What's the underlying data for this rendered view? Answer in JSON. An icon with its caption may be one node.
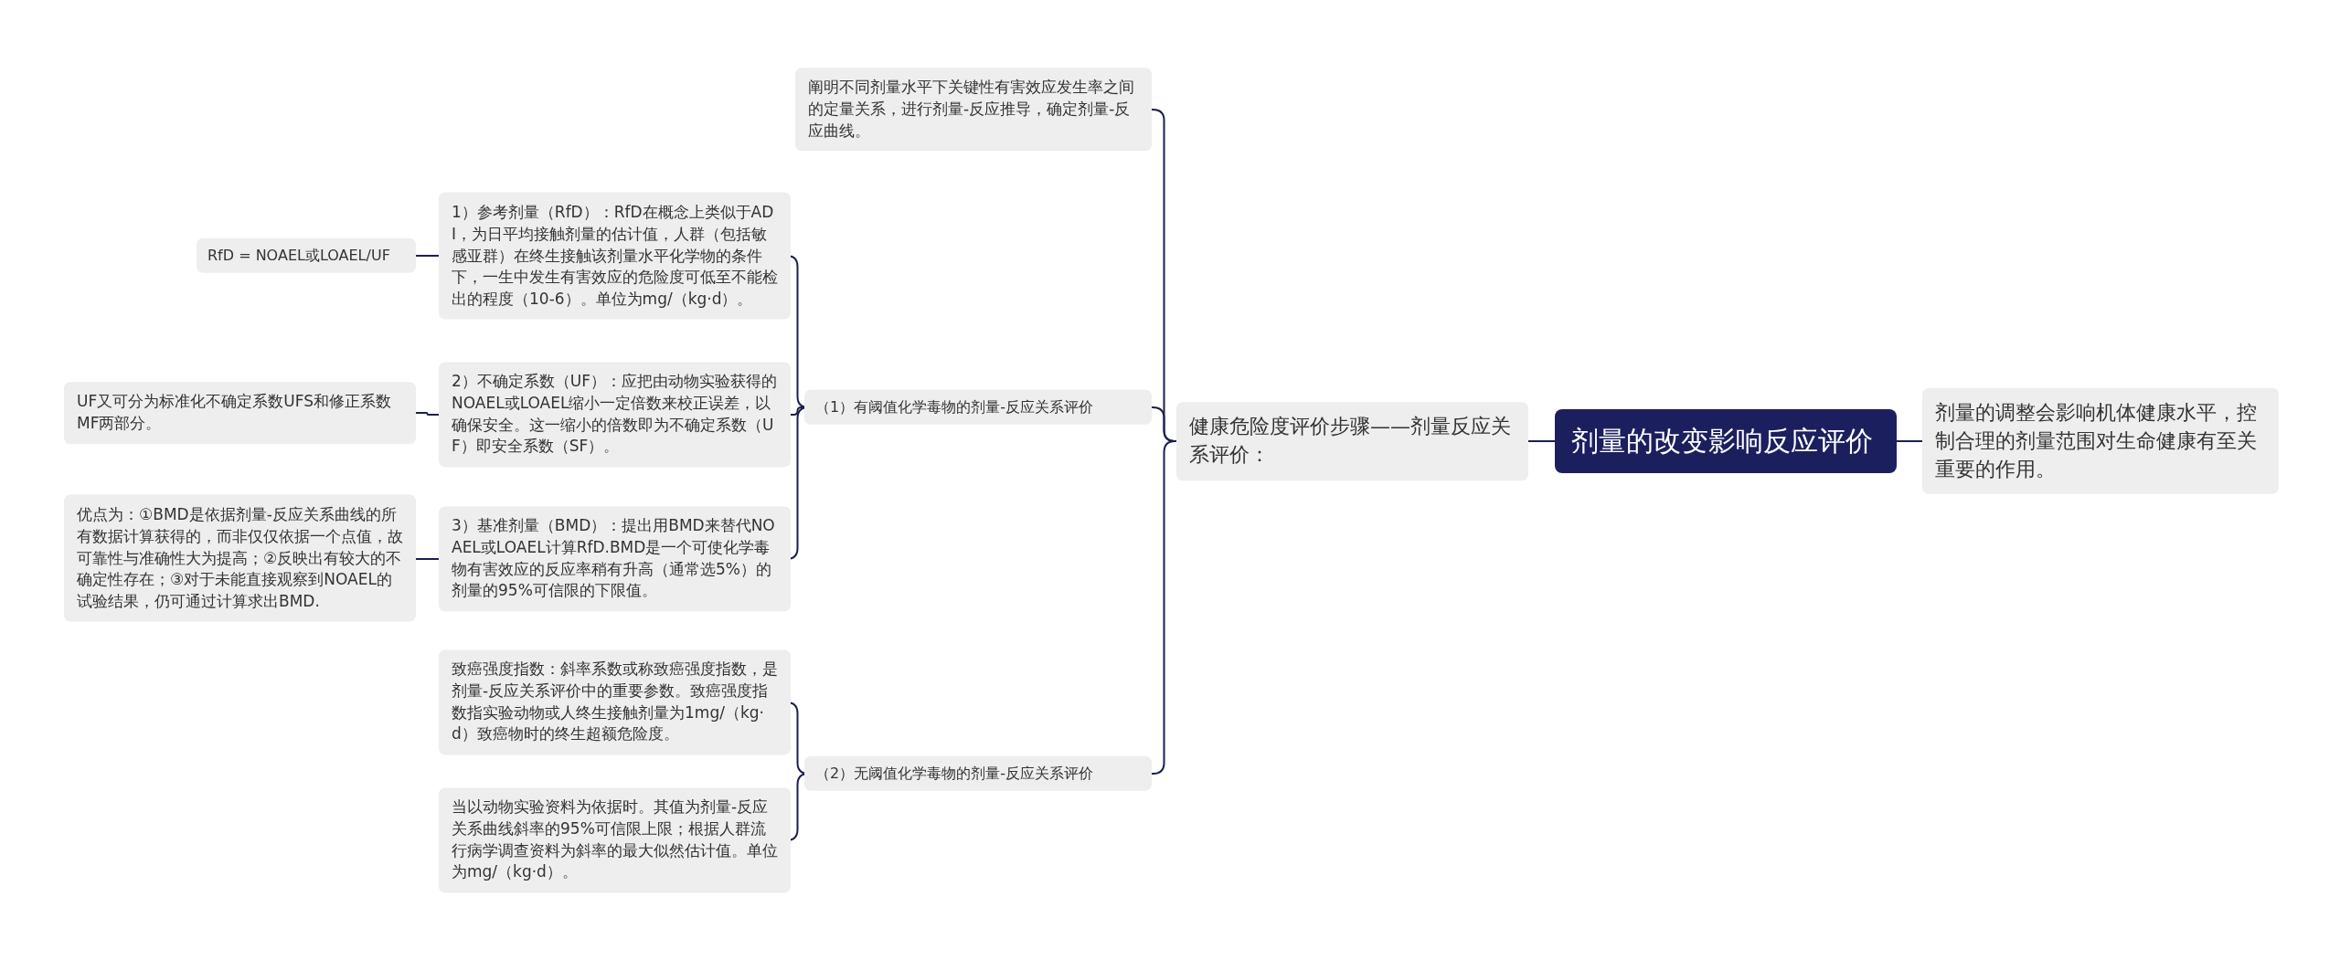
{
  "diagram": {
    "nodes": [
      {
        "text": [
          "剂量的改变影响反应评价"
        ]
      },
      {
        "text": [
          "剂量的调整会影响机体健康水平，控制合理的剂量范围对生命健康有至关重要的作用。"
        ]
      },
      {
        "text": [
          "健康危险度评价步骤——剂量反应关系评价："
        ]
      },
      {
        "text": [
          "阐明不同剂量水平下关键性有害效应发生率之间的定量关系，进行剂量-反应推导，确定剂量-反应曲线。"
        ]
      },
      {
        "text": [
          "（1）有阈值化学毒物的剂量-反应关系评价"
        ]
      },
      {
        "text": [
          "（2）无阈值化学毒物的剂量-反应关系评价"
        ]
      },
      {
        "text": [
          "1）参考剂量（RfD）：RfD在概念上类似于ADI，为日平均接触剂量的估计值，人群（包括敏感亚群）在终生接触该剂量水平化学物的条件下，一生中发生有害效应的危险度可低至不能检出的程度（10-6）。单位为mg/（kg·d）。"
        ]
      },
      {
        "text": [
          "2）不确定系数（UF）：应把由动物实验获得的NOAEL或LOAEL缩小一定倍数来校正误差，以确保安全。这一缩小的倍数即为不确定系数（UF）即安全系数（SF）。"
        ]
      },
      {
        "text": [
          "3）基准剂量（BMD）：提出用BMD来替代NOAEL或LOAEL计算RfD.BMD是一个可使化学毒物有害效应的反应率稍有升高（通常选5%）的剂量的95%可信限的下限值。"
        ]
      },
      {
        "text": [
          "RfD = NOAEL或LOAEL/UF"
        ]
      },
      {
        "text": [
          "UF又可分为标准化不确定系数UFS和修正系数MF两部分。"
        ]
      },
      {
        "text": [
          "优点为：①BMD是依据剂量-反应关系曲线的所有数据计算获得的，而非仅仅依据一个点值，故可靠性与准确性大为提高；②反映出有较大的不确定性存在；③对于未能直接观察到NOAEL的试验结果，仍可通过计算求出BMD."
        ]
      },
      {
        "text": [
          "致癌强度指数：斜率系数或称致癌强度指数，是剂量-反应关系评价中的重要参数。致癌强度指数指实验动物或人终生接触剂量为1mg/（kg·d）致癌物时的终生超额危险度。"
        ]
      },
      {
        "text": [
          "当以动物实验资料为依据时。其值为剂量-反应关系曲线斜率的95%可信限上限；根据人群流行病学调查资料为斜率的最大似然估计值。单位为mg/（kg·d）。"
        ]
      }
    ],
    "edges": [
      {
        "from": 0,
        "to": 1,
        "arrow": "none"
      },
      {
        "from": 0,
        "to": 2,
        "arrow": "none"
      },
      {
        "from": 2,
        "to": 3,
        "arrow": "none"
      },
      {
        "from": 2,
        "to": 4,
        "arrow": "none"
      },
      {
        "from": 2,
        "to": 5,
        "arrow": "none"
      },
      {
        "from": 4,
        "to": 6,
        "arrow": "none"
      },
      {
        "from": 4,
        "to": 7,
        "arrow": "none"
      },
      {
        "from": 4,
        "to": 8,
        "arrow": "none"
      },
      {
        "from": 6,
        "to": 9,
        "arrow": "none"
      },
      {
        "from": 7,
        "to": 10,
        "arrow": "none"
      },
      {
        "from": 8,
        "to": 11,
        "arrow": "none"
      },
      {
        "from": 5,
        "to": 12,
        "arrow": "none"
      },
      {
        "from": 5,
        "to": 13,
        "arrow": "none"
      }
    ]
  }
}
